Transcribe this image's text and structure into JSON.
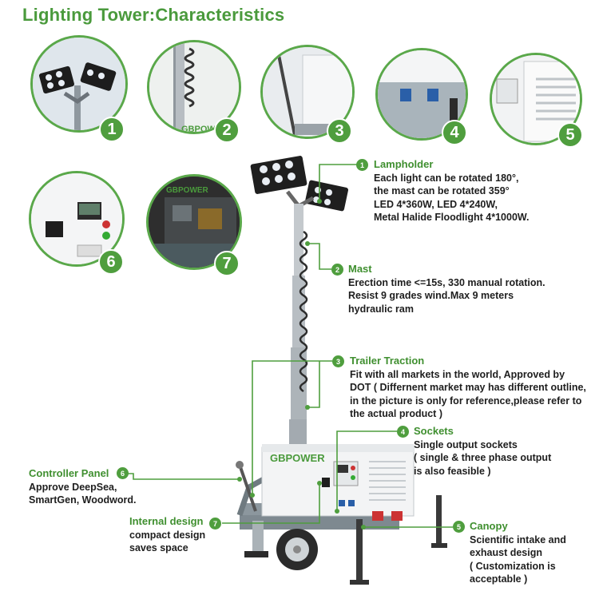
{
  "title": "Lighting Tower:Characteristics",
  "thumbnails": [
    "1",
    "2",
    "3",
    "4",
    "5",
    "6",
    "7"
  ],
  "brand": "GBPOWER",
  "features": [
    {
      "num": "1",
      "heading": "Lampholder",
      "lines": [
        "Each light can be rotated 180°,",
        "the mast can be rotated 359°",
        "LED 4*360W, LED 4*240W,",
        "Metal Halide Floodlight 4*1000W."
      ]
    },
    {
      "num": "2",
      "heading": "Mast",
      "lines": [
        "Erection  time <=15s, 330 manual rotation.",
        "Resist 9 grades wind.Max 9 meters",
        "hydraulic ram"
      ]
    },
    {
      "num": "3",
      "heading": "Trailer Traction",
      "lines": [
        "Fit with all markets in the world, Approved by",
        "DOT ( Differnent market may has different outline,",
        "in the picture is only for reference,please refer to",
        "the actual product )"
      ]
    },
    {
      "num": "4",
      "heading": "Sockets",
      "lines": [
        "Single output sockets",
        "( single & three phase output",
        "is also feasible )"
      ]
    },
    {
      "num": "5",
      "heading": "Canopy",
      "lines": [
        "Scientific intake and",
        "exhaust design",
        "( Customization is",
        "acceptable )"
      ]
    },
    {
      "num": "6",
      "heading": "Controller Panel",
      "lines": [
        "Approve DeepSea,",
        "SmartGen, Woodword."
      ]
    },
    {
      "num": "7",
      "heading": "Internal design",
      "lines": [
        "compact design",
        "saves space"
      ]
    }
  ]
}
